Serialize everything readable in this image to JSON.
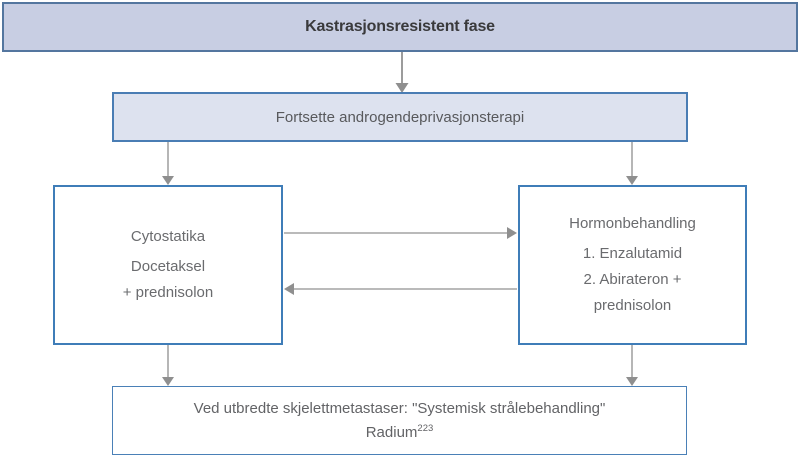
{
  "diagram": {
    "type": "flowchart",
    "language": "Norwegian",
    "boxes": {
      "castration_phase": {
        "label": "Kastrasjonsresistent fase"
      },
      "adt": {
        "label": "Fortsette androgendeprivasjonsterapi"
      },
      "cytostatics": {
        "title": "Cytostatika",
        "lines": [
          "Docetaksel",
          "+ prednisolon"
        ]
      },
      "hormone_treatment": {
        "title": "Hormonbehandling",
        "lines": [
          "1. Enzalutamid",
          "2. Abirateron +",
          "prednisolon"
        ]
      },
      "radiotherapy": {
        "line1": "Ved utbredte skjelettmetastaser: \"Systemisk strålebehandling\"",
        "radium": "Radium",
        "radium_superscript": "223"
      }
    },
    "connections": [
      "castration_phase -> adt",
      "adt -> cytostatics",
      "adt -> hormone_treatment",
      "cytostatics -> hormone_treatment",
      "hormone_treatment -> cytostatics",
      "cytostatics -> radiotherapy",
      "hormone_treatment -> radiotherapy"
    ],
    "colors": {
      "header_fill": "#c8cee3",
      "header_border": "#54769f",
      "adt_fill": "#dde2ef",
      "node_border": "#3f7db8",
      "node_fill": "#ffffff",
      "arrow": "#9c9c9c",
      "title_text": "#3a3a3c",
      "body_text": "#6a6b6e"
    }
  }
}
